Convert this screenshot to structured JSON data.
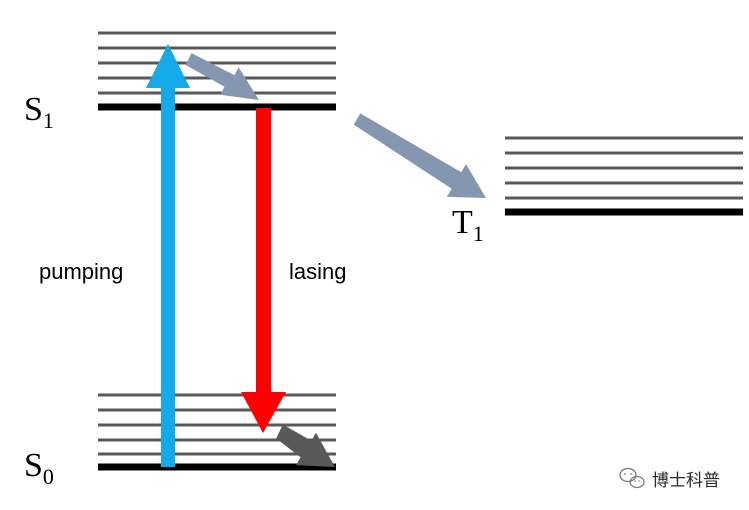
{
  "diagram": {
    "states": {
      "s1": {
        "letter": "S",
        "subscript": "1"
      },
      "s0": {
        "letter": "S",
        "subscript": "0"
      },
      "t1": {
        "letter": "T",
        "subscript": "1"
      }
    },
    "labels": {
      "pumping": "pumping",
      "lasing": "lasing"
    },
    "watermark": {
      "text": "博士科普",
      "icon": "wechat-icon"
    },
    "colors": {
      "pumping_arrow": "#14a9e8",
      "lasing_arrow": "#ff0000",
      "relaxation_arrow": "#8496b0",
      "ground_relaxation_arrow": "#595959",
      "vibrational_level": "#595959",
      "electronic_level": "#000000"
    }
  }
}
